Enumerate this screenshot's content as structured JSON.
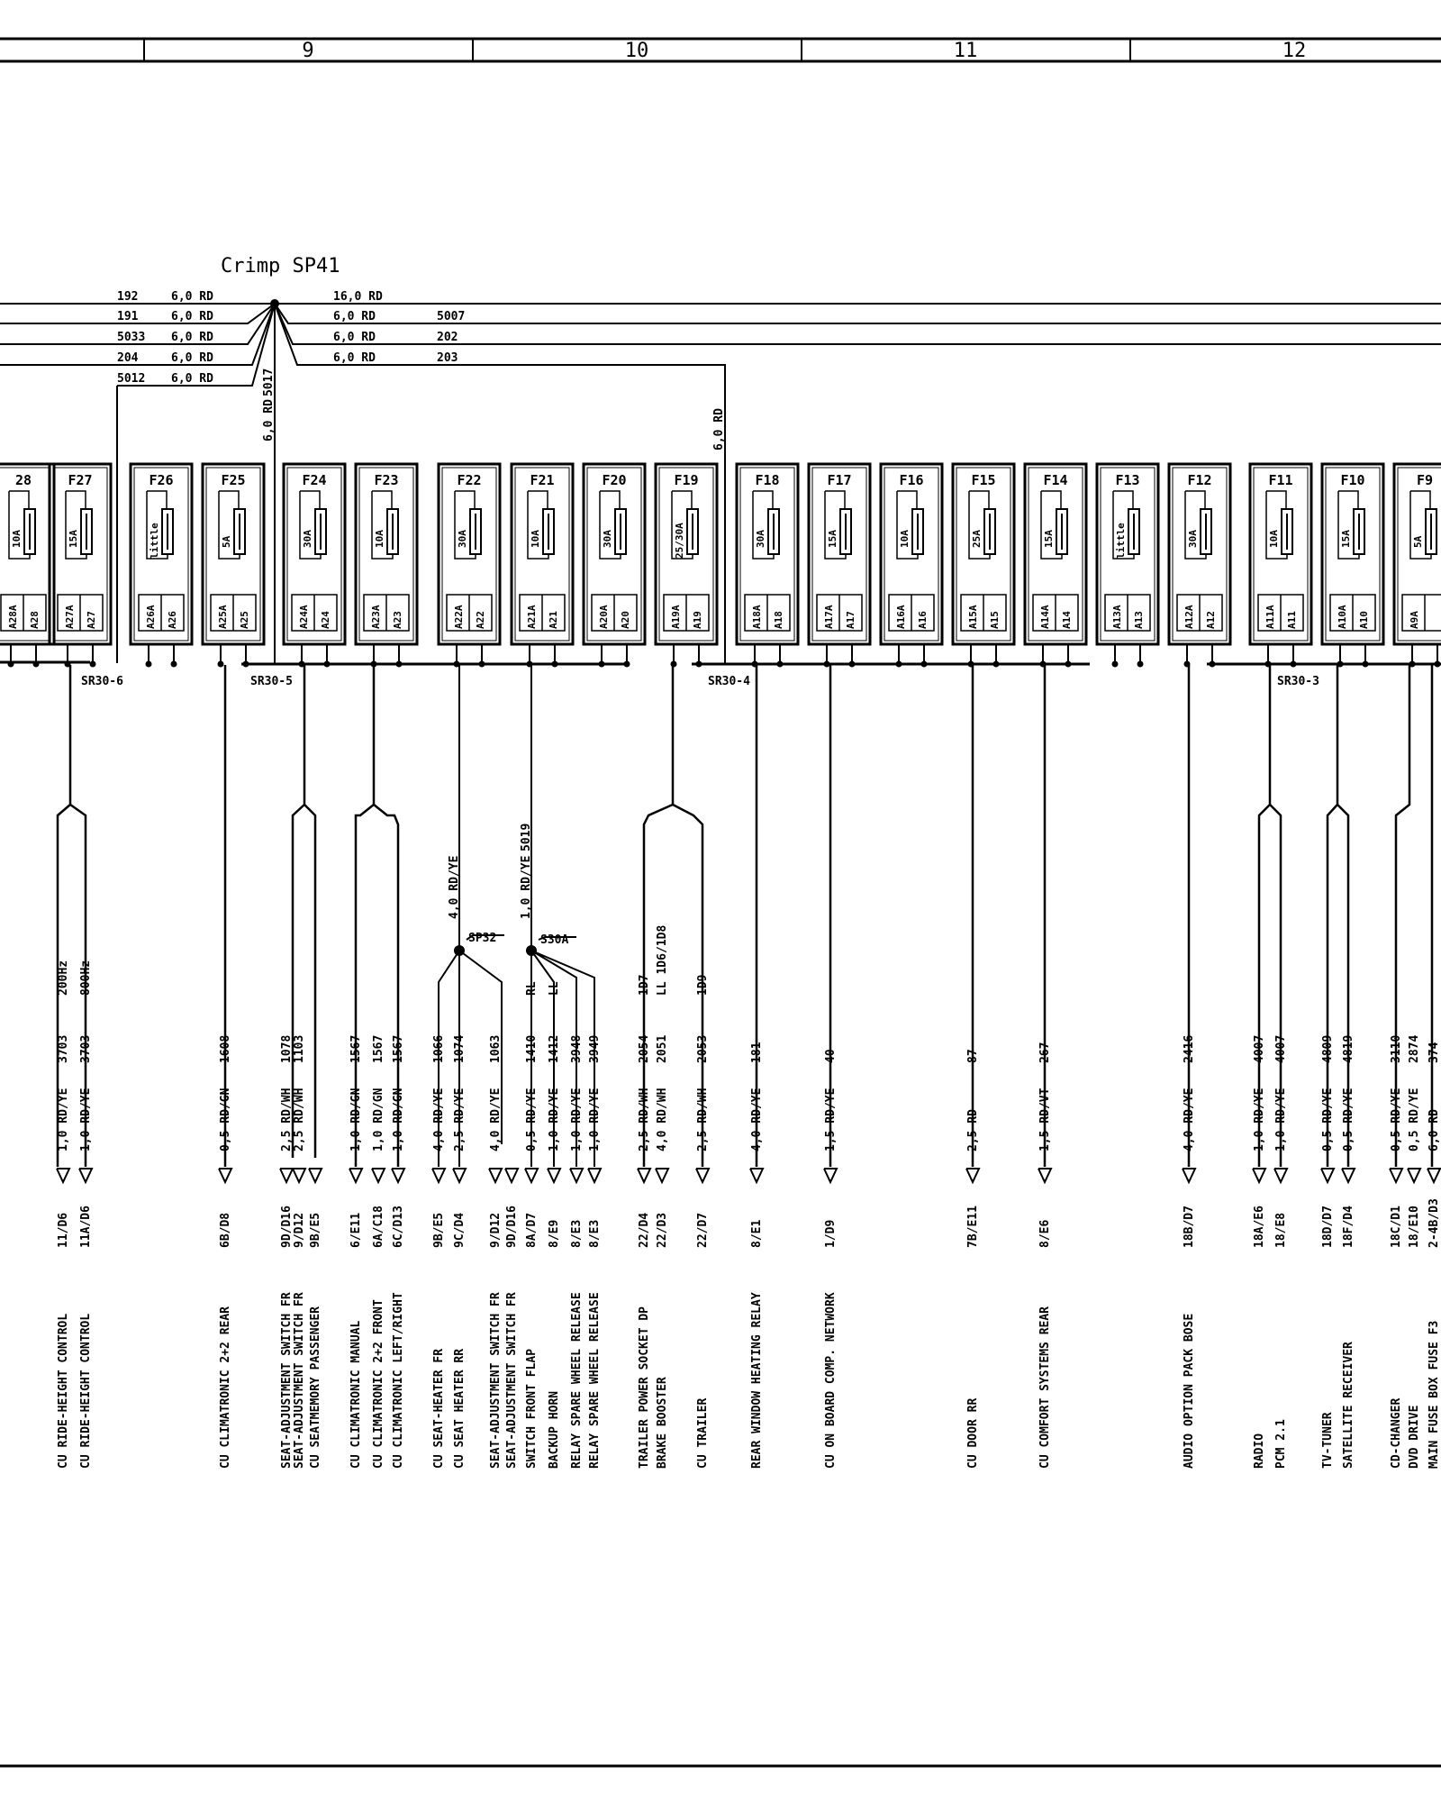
{
  "grid_numbers": [
    "9",
    "10",
    "11",
    "12"
  ],
  "crimp_label": "Crimp SP41",
  "input_wires": [
    {
      "num": "192",
      "spec": "6,0 RD"
    },
    {
      "num": "191",
      "spec": "6,0 RD"
    },
    {
      "num": "5033",
      "spec": "6,0 RD"
    },
    {
      "num": "204",
      "spec": "6,0 RD"
    },
    {
      "num": "5012",
      "spec": "6,0 RD"
    }
  ],
  "output_wires": [
    {
      "spec": "16,0 RD",
      "num": ""
    },
    {
      "spec": "6,0 RD",
      "num": "5007"
    },
    {
      "spec": "6,0 RD",
      "num": "202"
    },
    {
      "spec": "6,0 RD",
      "num": "203"
    }
  ],
  "vertical_feed_labels": [
    {
      "text": "5017"
    },
    {
      "text": "6,0 RD"
    },
    {
      "text": "6,0 RD"
    }
  ],
  "fuses": [
    {
      "id": "28",
      "rating": "10A",
      "pins": [
        "A28A",
        "A28"
      ]
    },
    {
      "id": "F27",
      "rating": "15A",
      "pins": [
        "A27A",
        "A27"
      ]
    },
    {
      "id": "F26",
      "rating": "little",
      "pins": [
        "A26A",
        "A26"
      ]
    },
    {
      "id": "F25",
      "rating": "5A",
      "pins": [
        "A25A",
        "A25"
      ]
    },
    {
      "id": "F24",
      "rating": "30A",
      "pins": [
        "A24A",
        "A24"
      ]
    },
    {
      "id": "F23",
      "rating": "10A",
      "pins": [
        "A23A",
        "A23"
      ]
    },
    {
      "id": "F22",
      "rating": "30A",
      "pins": [
        "A22A",
        "A22"
      ]
    },
    {
      "id": "F21",
      "rating": "10A",
      "pins": [
        "A21A",
        "A21"
      ]
    },
    {
      "id": "F20",
      "rating": "30A",
      "pins": [
        "A20A",
        "A20"
      ]
    },
    {
      "id": "F19",
      "rating": "25/30A",
      "pins": [
        "A19A",
        "A19"
      ]
    },
    {
      "id": "F18",
      "rating": "30A",
      "pins": [
        "A18A",
        "A18"
      ]
    },
    {
      "id": "F17",
      "rating": "15A",
      "pins": [
        "A17A",
        "A17"
      ]
    },
    {
      "id": "F16",
      "rating": "10A",
      "pins": [
        "A16A",
        "A16"
      ]
    },
    {
      "id": "F15",
      "rating": "25A",
      "pins": [
        "A15A",
        "A15"
      ]
    },
    {
      "id": "F14",
      "rating": "15A",
      "pins": [
        "A14A",
        "A14"
      ]
    },
    {
      "id": "F13",
      "rating": "little",
      "pins": [
        "A13A",
        "A13"
      ]
    },
    {
      "id": "F12",
      "rating": "30A",
      "pins": [
        "A12A",
        "A12"
      ]
    },
    {
      "id": "F11",
      "rating": "10A",
      "pins": [
        "A11A",
        "A11"
      ]
    },
    {
      "id": "F10",
      "rating": "15A",
      "pins": [
        "A10A",
        "A10"
      ]
    },
    {
      "id": "F9",
      "rating": "5A",
      "pins": [
        "A9A",
        ""
      ]
    }
  ],
  "bus_labels": [
    "SR30-6",
    "SR30-5",
    "SR30-4",
    "SR30-3"
  ],
  "splices": [
    {
      "label": "SP32",
      "wire": "4,0 RD/YE"
    },
    {
      "label": "S30A",
      "wire": "1,0 RD/YE",
      "num": "5019"
    }
  ],
  "circuits": [
    {
      "wire": "1,0 RD/YE",
      "num": "3703",
      "extra": "200Hz",
      "loc": "11/D6",
      "desc": "CU RIDE-HEIGHT CONTROL"
    },
    {
      "wire": "1,0 RD/YE",
      "num": "3703",
      "extra": "800Hz",
      "loc": "11A/D6",
      "desc": "CU RIDE-HEIGHT CONTROL"
    },
    {
      "wire": "0,5 RD/GN",
      "num": "1608",
      "extra": "",
      "loc": "6B/D8",
      "desc": "CU CLIMATRONIC 2+2 REAR"
    },
    {
      "wire": "2,5 RD/WH",
      "num": "1078",
      "extra": "",
      "loc": "9D/D16",
      "desc": "SEAT-ADJUSTMENT SWITCH FR"
    },
    {
      "wire": "2,5 RD/WH",
      "num": "1103",
      "extra": "",
      "loc": "9/D12",
      "desc": "SEAT-ADJUSTMENT SWITCH FR"
    },
    {
      "wire": "",
      "num": "",
      "extra": "",
      "loc": "9B/E5",
      "desc": "CU SEATMEMORY PASSENGER"
    },
    {
      "wire": "1,0 RD/GN",
      "num": "1567",
      "extra": "",
      "loc": "6/E11",
      "desc": "CU CLIMATRONIC MANUAL"
    },
    {
      "wire": "1,0 RD/GN",
      "num": "1567",
      "extra": "",
      "loc": "6A/C18",
      "desc": "CU CLIMATRONIC 2+2 FRONT"
    },
    {
      "wire": "1,0 RD/GN",
      "num": "1567",
      "extra": "",
      "loc": "6C/D13",
      "desc": "CU CLIMATRONIC LEFT/RIGHT"
    },
    {
      "wire": "4,0 RD/YE",
      "num": "1066",
      "extra": "",
      "loc": "9B/E5",
      "desc": "CU SEAT-HEATER FR"
    },
    {
      "wire": "2,5 RD/YE",
      "num": "1074",
      "extra": "",
      "loc": "9C/D4",
      "desc": "CU SEAT HEATER RR"
    },
    {
      "wire": "4,0 RD/YE",
      "num": "1063",
      "extra": "",
      "loc": "9/D12",
      "desc": "SEAT-ADJUSTMENT SWITCH FR"
    },
    {
      "wire": "",
      "num": "",
      "extra": "",
      "loc": "9D/D16",
      "desc": "SEAT-ADJUSTMENT SWITCH FR"
    },
    {
      "wire": "0,5 RD/YE",
      "num": "1410",
      "extra": "RL",
      "loc": "8A/D7",
      "desc": "SWITCH FRONT FLAP"
    },
    {
      "wire": "1,0 RD/YE",
      "num": "1412",
      "extra": "LL",
      "loc": "8/E9",
      "desc": "BACKUP HORN"
    },
    {
      "wire": "1,0 RD/YE",
      "num": "3948",
      "extra": "",
      "loc": "8/E3",
      "desc": "RELAY SPARE WHEEL RELEASE"
    },
    {
      "wire": "1,0 RD/YE",
      "num": "3949",
      "extra": "",
      "loc": "8/E3",
      "desc": "RELAY SPARE WHEEL RELEASE"
    },
    {
      "wire": "2,5 RD/WH",
      "num": "2054",
      "extra": "1D7",
      "loc": "22/D4",
      "desc": "TRAILER POWER SOCKET DP"
    },
    {
      "wire": "4,0 RD/WH",
      "num": "2051",
      "extra": "LL 1D6/1D8",
      "loc": "22/D3",
      "desc": "BRAKE BOOSTER"
    },
    {
      "wire": "2,5 RD/WH",
      "num": "2053",
      "extra": "1D9",
      "loc": "22/D7",
      "desc": "CU TRAILER"
    },
    {
      "wire": "4,0 RD/YE",
      "num": "181",
      "extra": "",
      "loc": "8/E1",
      "desc": "REAR WINDOW HEATING RELAY"
    },
    {
      "wire": "1,5 RD/YE",
      "num": "40",
      "extra": "",
      "loc": "1/D9",
      "desc": "CU ON BOARD COMP. NETWORK"
    },
    {
      "wire": "2,5 RD",
      "num": "87",
      "extra": "",
      "loc": "7B/E11",
      "desc": "CU DOOR RR"
    },
    {
      "wire": "1,5 RD/VT",
      "num": "267",
      "extra": "",
      "loc": "8/E6",
      "desc": "CU COMFORT SYSTEMS REAR"
    },
    {
      "wire": "4,0 RD/YE",
      "num": "2416",
      "extra": "",
      "loc": "18B/D7",
      "desc": "AUDIO OPTION PACK BOSE"
    },
    {
      "wire": "1,0 RD/YE",
      "num": "4007",
      "extra": "",
      "loc": "18A/E6",
      "desc": "RADIO"
    },
    {
      "wire": "1,0 RD/YE",
      "num": "4007",
      "extra": "",
      "loc": "18/E8",
      "desc": "PCM 2.1"
    },
    {
      "wire": "0,5 RD/YE",
      "num": "4809",
      "extra": "",
      "loc": "18D/D7",
      "desc": "TV-TUNER"
    },
    {
      "wire": "0,5 RD/YE",
      "num": "4819",
      "extra": "",
      "loc": "18F/D4",
      "desc": "SATELLITE RECEIVER"
    },
    {
      "wire": "0,5 RD/YE",
      "num": "3110",
      "extra": "",
      "loc": "18C/D1",
      "desc": "CD-CHANGER"
    },
    {
      "wire": "0,5 RD/YE",
      "num": "2874",
      "extra": "",
      "loc": "18/E10",
      "desc": "DVD DRIVE"
    },
    {
      "wire": "6,0 RD",
      "num": "374",
      "extra": "",
      "loc": "2-4B/D3",
      "desc": "MAIN FUSE BOX FUSE F3"
    }
  ]
}
